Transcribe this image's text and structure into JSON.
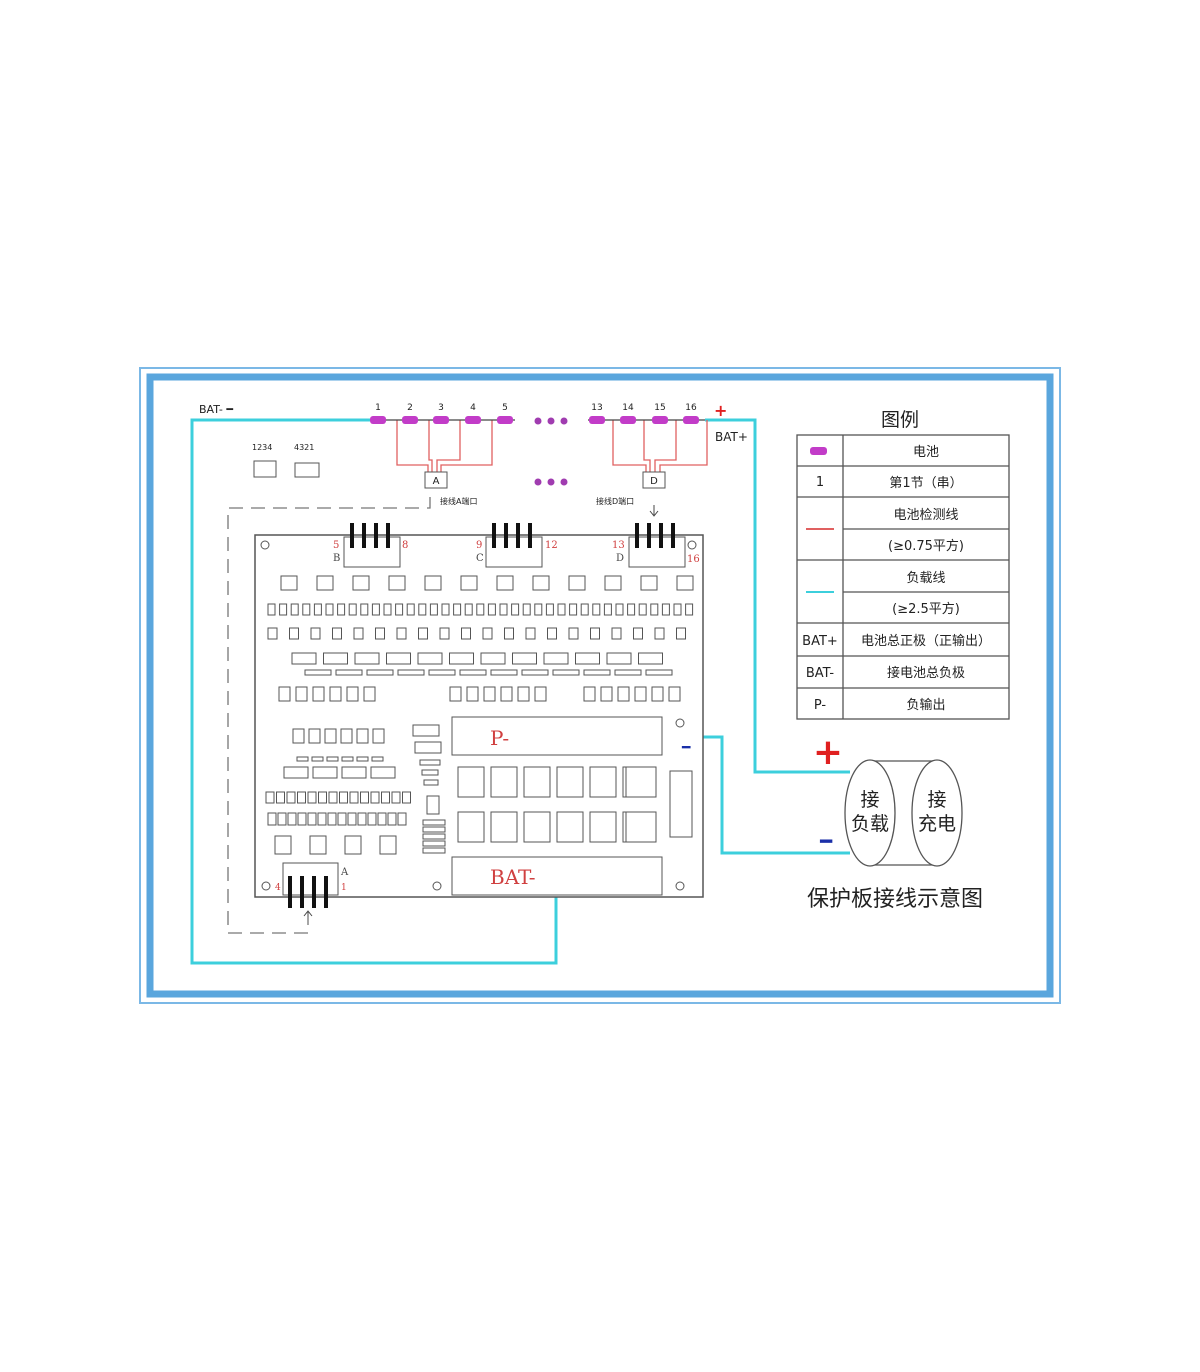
{
  "colors": {
    "frame": "#5aa6dd",
    "load_wire": "#3ccfdc",
    "sense_wire": "#e06060",
    "battery": "#c23cc8",
    "plus": "#e02020",
    "minus": "#1a2fa8"
  },
  "top": {
    "bat_minus": "BAT- ━",
    "bat_plus": "BAT+",
    "plus_sign": "+",
    "cell_numbers": [
      "1",
      "2",
      "3",
      "4",
      "5",
      "13",
      "14",
      "15",
      "16"
    ],
    "mini_connector_1": "1234",
    "mini_connector_2": "4321",
    "port_a": "A",
    "port_d": "D",
    "port_a_label": "接线A端口",
    "port_d_label": "接线D端口"
  },
  "board": {
    "connectors": [
      {
        "letter": "B",
        "start": "5",
        "end": "8"
      },
      {
        "letter": "C",
        "start": "9",
        "end": "12"
      },
      {
        "letter": "D",
        "start": "13",
        "end": "16"
      },
      {
        "letter": "A",
        "start": "4",
        "end": "1"
      }
    ],
    "p_minus": "P-",
    "bat_minus": "BAT-",
    "minus_mark": "━"
  },
  "legend": {
    "title": "图例",
    "rows": [
      {
        "symbol": "battery-icon",
        "text": "电池"
      },
      {
        "symbol": "1",
        "text": "第1节（串）"
      },
      {
        "symbol": "red-line",
        "text": "电池检测线",
        "text2": "(≥0.75平方)"
      },
      {
        "symbol": "cyan-line",
        "text": "负载线",
        "text2": "(≥2.5平方)"
      },
      {
        "symbol": "BAT+",
        "text": "电池总正极（正输出）"
      },
      {
        "symbol": "BAT-",
        "text": "接电池总负极"
      },
      {
        "symbol": "P-",
        "text": "负输出"
      }
    ]
  },
  "terminals": {
    "plus": "+",
    "minus": "━",
    "load_1": "接",
    "load_2": "负载",
    "charge_1": "接",
    "charge_2": "充电"
  },
  "caption": "保护板接线示意图"
}
